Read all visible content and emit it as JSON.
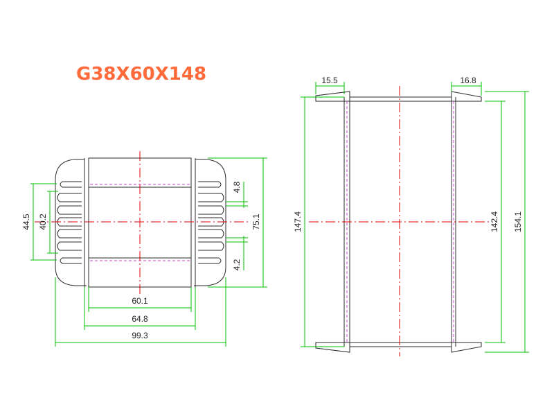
{
  "title": "G38X60X148",
  "colors": {
    "title": "#ff6a3a",
    "dimension": "#00c000",
    "outline": "#2a2a2a",
    "centerline": "#e00000",
    "hidden": "#cc44cc"
  },
  "front_view": {
    "dims": {
      "height_outer": "44.5",
      "height_inner": "40.2",
      "fin_top": "4.8",
      "fin_bottom": "4.2",
      "total_height": "75.1",
      "window_width": "60.1",
      "bobbin_width": "64.8",
      "overall_width": "99.3"
    }
  },
  "side_view": {
    "dims": {
      "left_flange": "15.5",
      "right_flange": "16.8",
      "body_length": "147.4",
      "inner_length": "142.4",
      "overall_length": "154.1"
    }
  }
}
